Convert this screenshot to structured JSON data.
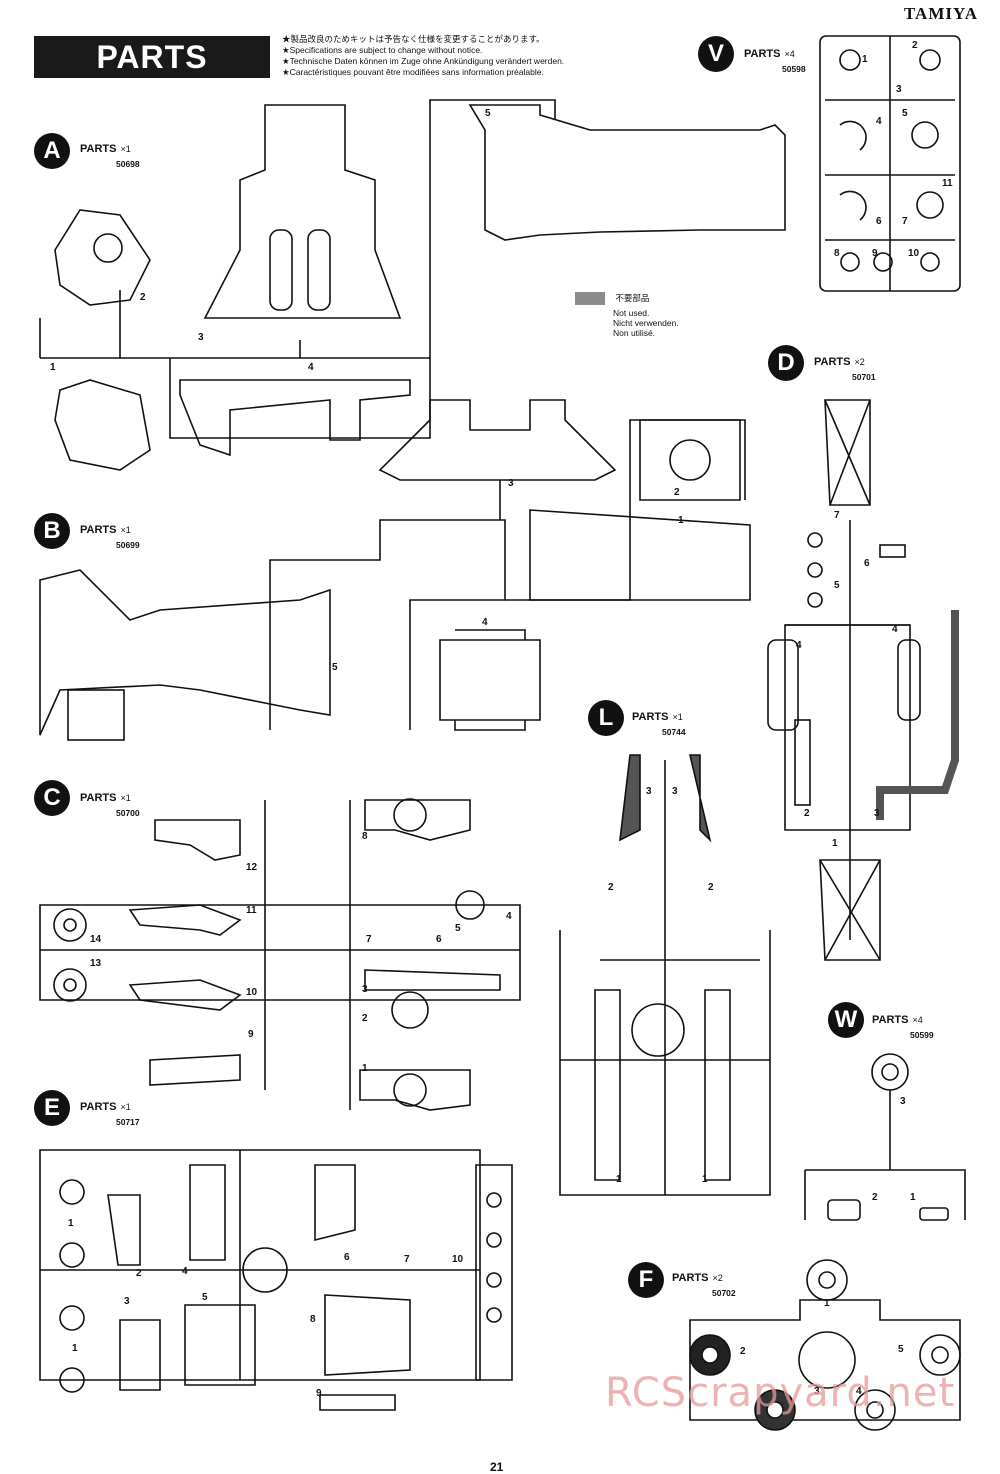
{
  "header": {
    "brand": "TAMIYA",
    "parts_title": "PARTS",
    "notice": [
      "★製品改良のためキットは予告なく仕様を変更することがあります。",
      "★Specifications are subject to change without notice.",
      "★Technische Daten können im Zuge ohne Ankündigung verändert werden.",
      "★Caractéristiques pouvant être modifiées sans information préalable."
    ]
  },
  "legend_unused": {
    "ja": "不要部品",
    "en": "Not used.",
    "de": "Nicht verwenden.",
    "fr": "Non utilisé."
  },
  "parts": {
    "A": {
      "letter": "A",
      "label": "PARTS",
      "qty": "×1",
      "code": "50698"
    },
    "B": {
      "letter": "B",
      "label": "PARTS",
      "qty": "×1",
      "code": "50699"
    },
    "C": {
      "letter": "C",
      "label": "PARTS",
      "qty": "×1",
      "code": "50700"
    },
    "D": {
      "letter": "D",
      "label": "PARTS",
      "qty": "×2",
      "code": "50701"
    },
    "E": {
      "letter": "E",
      "label": "PARTS",
      "qty": "×1",
      "code": "50717"
    },
    "F": {
      "letter": "F",
      "label": "PARTS",
      "qty": "×2",
      "code": "50702"
    },
    "L": {
      "letter": "L",
      "label": "PARTS",
      "qty": "×1",
      "code": "50744"
    },
    "V": {
      "letter": "V",
      "label": "PARTS",
      "qty": "×4",
      "code": "50598"
    },
    "W": {
      "letter": "W",
      "label": "PARTS",
      "qty": "×4",
      "code": "50599"
    }
  },
  "part_numbers": {
    "A": [
      "1",
      "2",
      "3",
      "4",
      "5"
    ],
    "B": [
      "1",
      "2",
      "3",
      "4",
      "5"
    ],
    "C": [
      "1",
      "2",
      "3",
      "4",
      "5",
      "6",
      "7",
      "8",
      "9",
      "10",
      "11",
      "12",
      "13",
      "14"
    ],
    "D": [
      "1",
      "2",
      "3",
      "4",
      "4",
      "5",
      "6",
      "7"
    ],
    "E": [
      "1",
      "1",
      "2",
      "3",
      "4",
      "5",
      "6",
      "7",
      "8",
      "9",
      "10"
    ],
    "F": [
      "1",
      "2",
      "3",
      "4",
      "5"
    ],
    "L": [
      "1",
      "1",
      "2",
      "2",
      "3",
      "3"
    ],
    "V": [
      "1",
      "2",
      "3",
      "4",
      "5",
      "6",
      "7",
      "8",
      "9",
      "10",
      "11"
    ],
    "W": [
      "1",
      "2",
      "3"
    ]
  },
  "colors": {
    "ink": "#111111",
    "unused_gray": "#8c8c8c",
    "watermark": "#e59a9a"
  },
  "page_number": "21",
  "watermark": "RCScrapyard.net"
}
